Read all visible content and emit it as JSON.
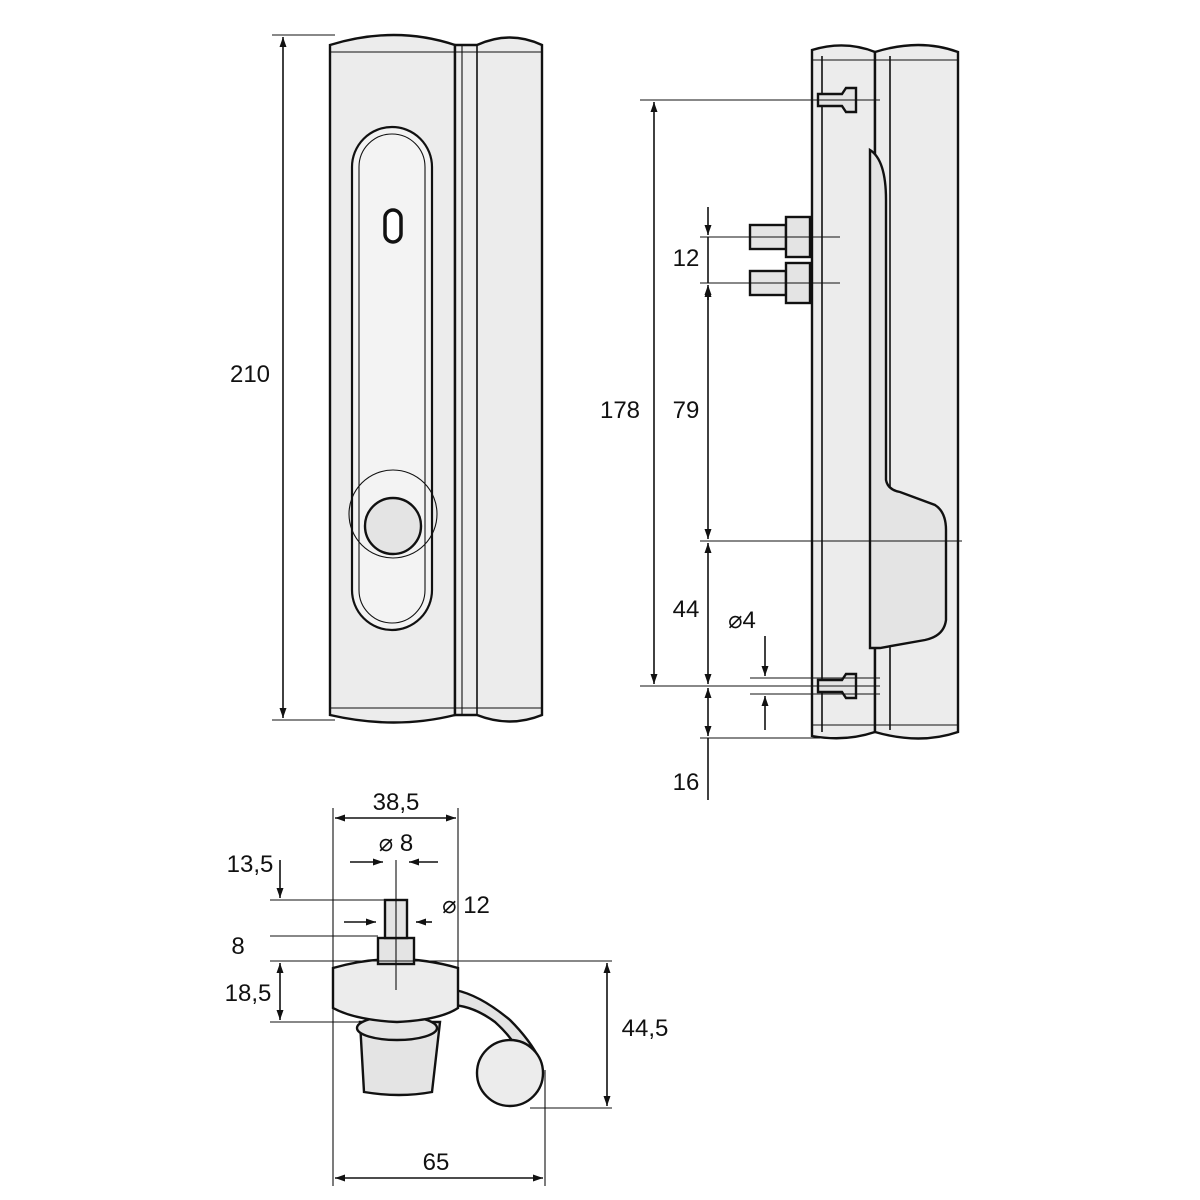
{
  "front_view": {
    "height": "210"
  },
  "side_view": {
    "overall": "178",
    "pin_spacing": "12",
    "upper": "79",
    "lower": "44",
    "hole_diameter": "⌀4",
    "bottom_offset": "16"
  },
  "bottom_view": {
    "width": "38,5",
    "shaft_diameter": "⌀ 8",
    "collar_diameter": "⌀ 12",
    "shaft_height": "13,5",
    "collar_height": "8",
    "base_height": "18,5",
    "depth": "44,5",
    "total_width": "65"
  },
  "colors": {
    "line": "#111111",
    "body_fill": "#ececec"
  }
}
